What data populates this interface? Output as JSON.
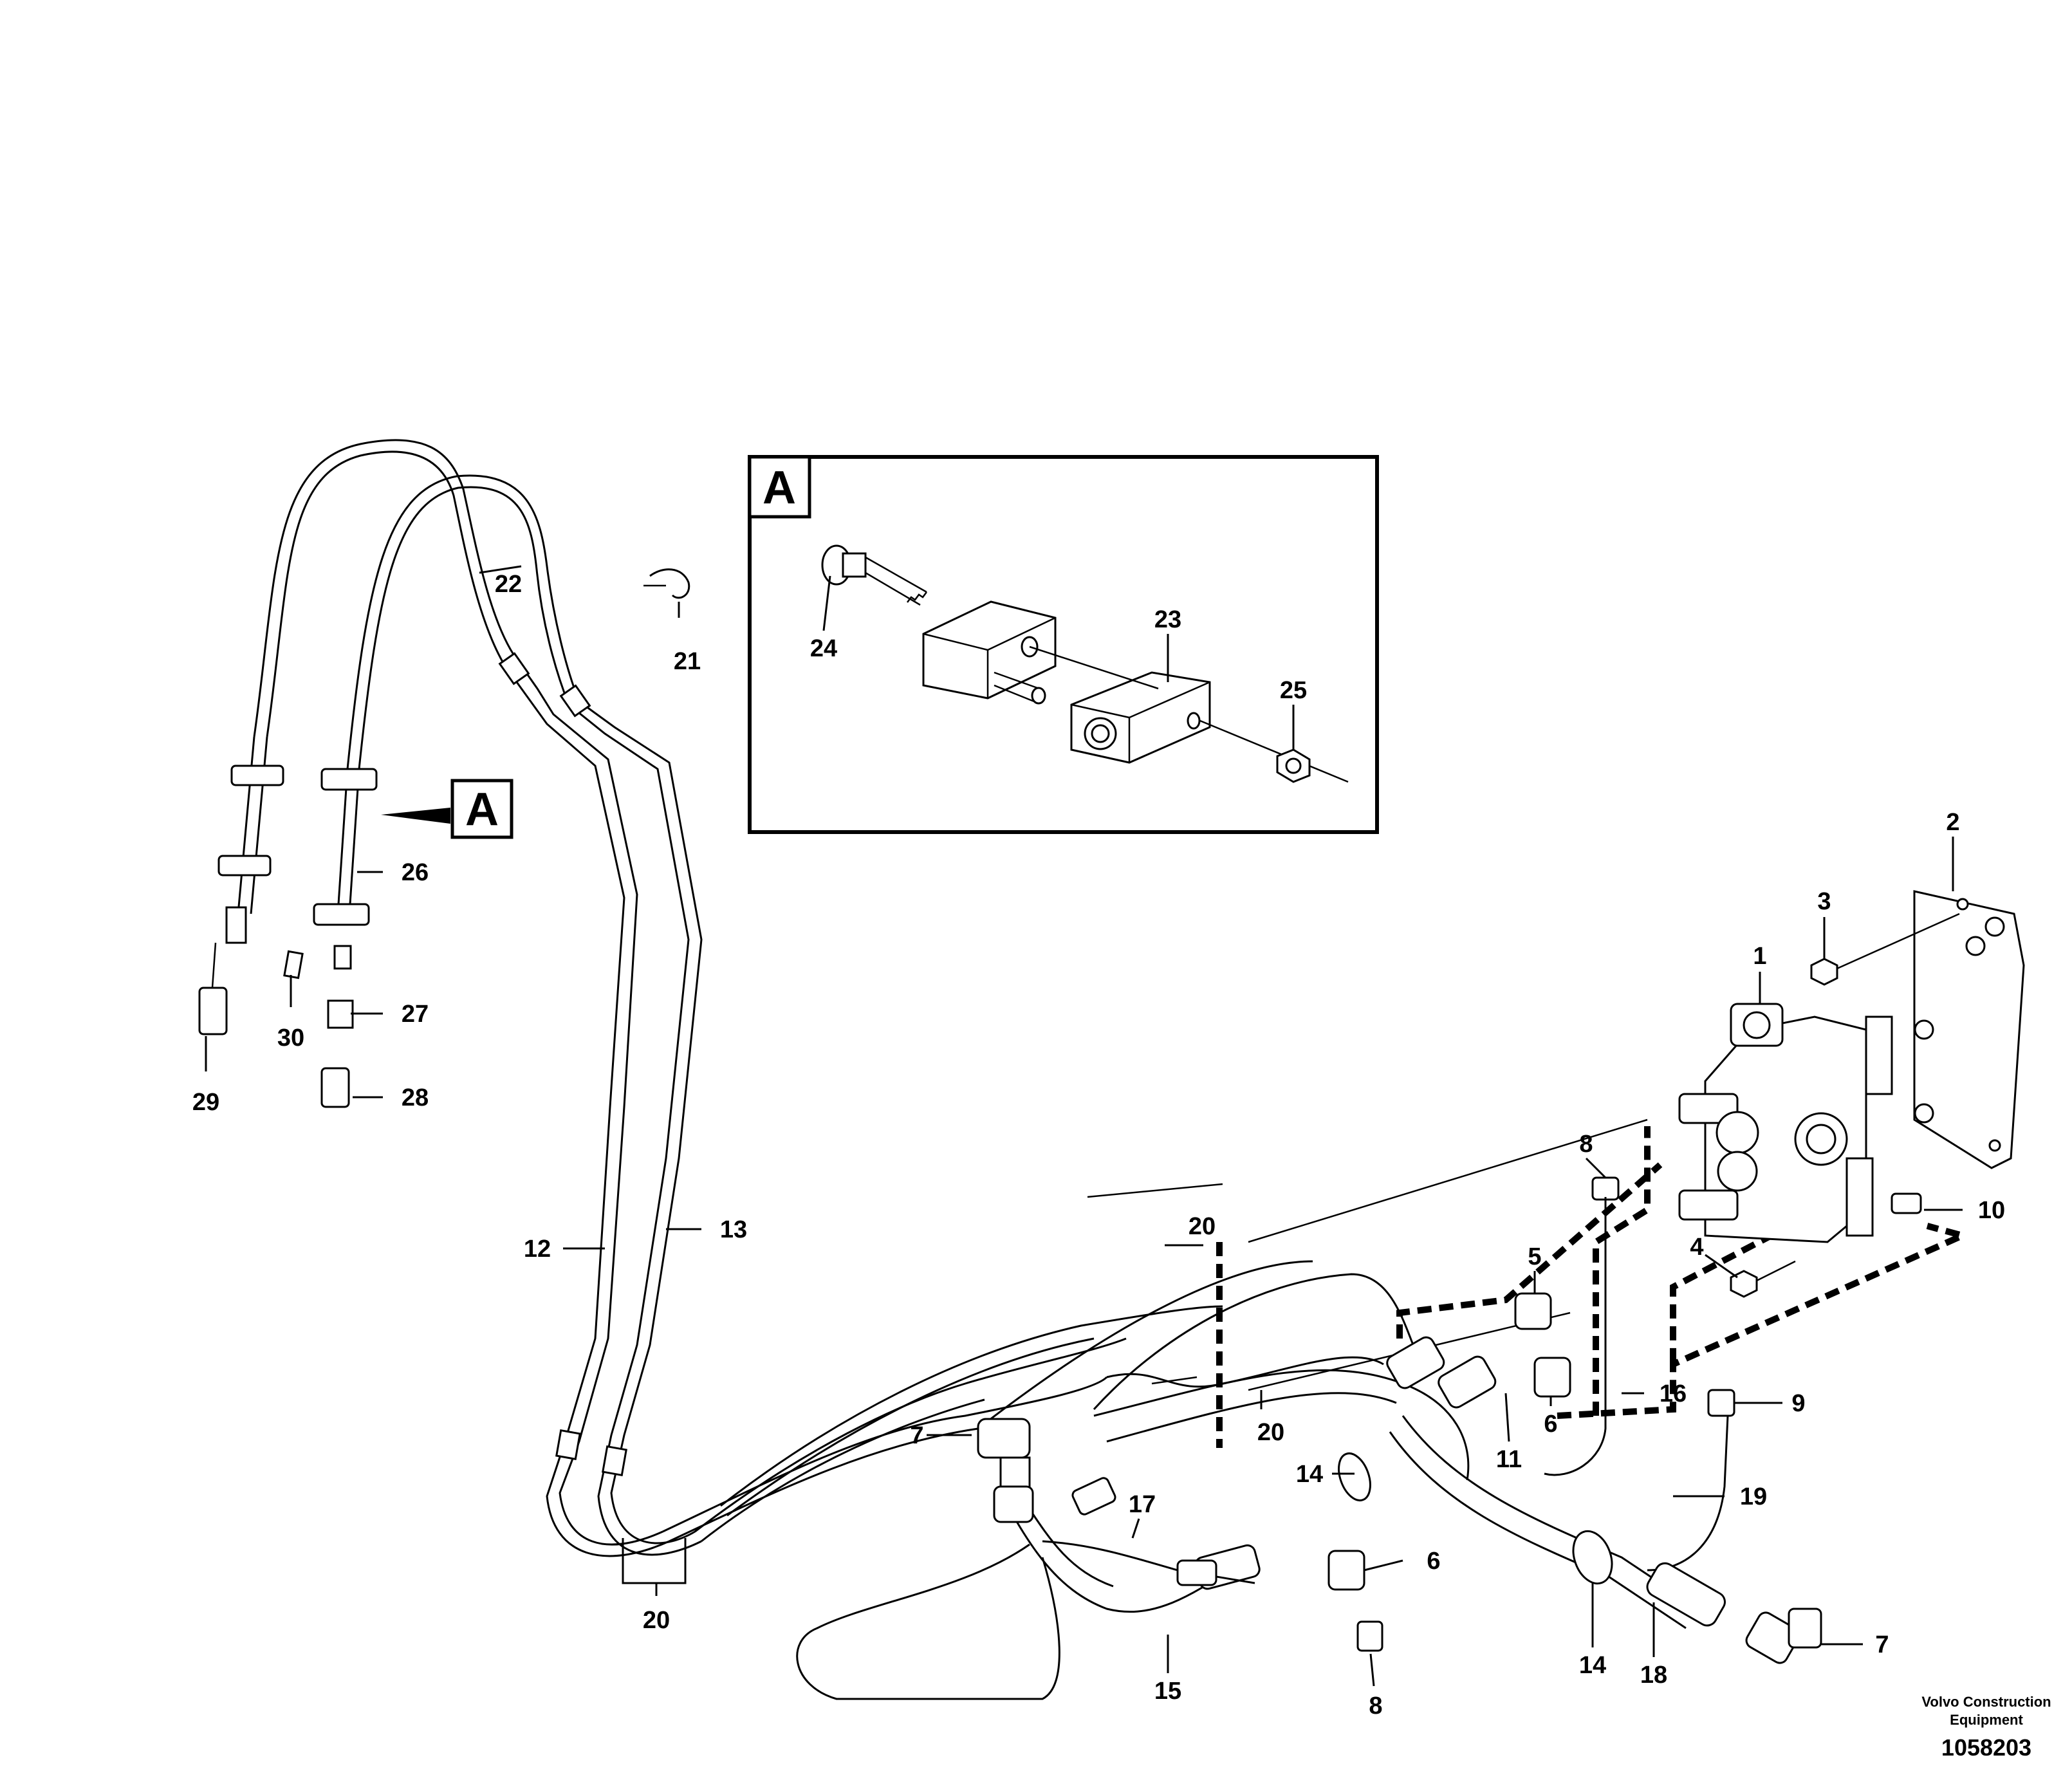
{
  "diagram": {
    "detail_marker": "A",
    "caption": {
      "brand_line1": "Volvo Construction",
      "brand_line2": "Equipment",
      "drawing_number": "1058203"
    },
    "labels": {
      "l1": "1",
      "l2": "2",
      "l3": "3",
      "l4": "4",
      "l5": "5",
      "l6a": "6",
      "l6b": "6",
      "l7a": "7",
      "l7b": "7",
      "l8a": "8",
      "l8b": "8",
      "l9": "9",
      "l10": "10",
      "l11": "11",
      "l12": "12",
      "l13": "13",
      "l14a": "14",
      "l14b": "14",
      "l15": "15",
      "l16": "16",
      "l17": "17",
      "l18": "18",
      "l19": "19",
      "l20a": "20",
      "l20b": "20",
      "l20c": "20",
      "l21": "21",
      "l22": "22",
      "l23": "23",
      "l24": "24",
      "l25": "25",
      "l26": "26",
      "l27": "27",
      "l28": "28",
      "l29": "29",
      "l30": "30"
    }
  }
}
